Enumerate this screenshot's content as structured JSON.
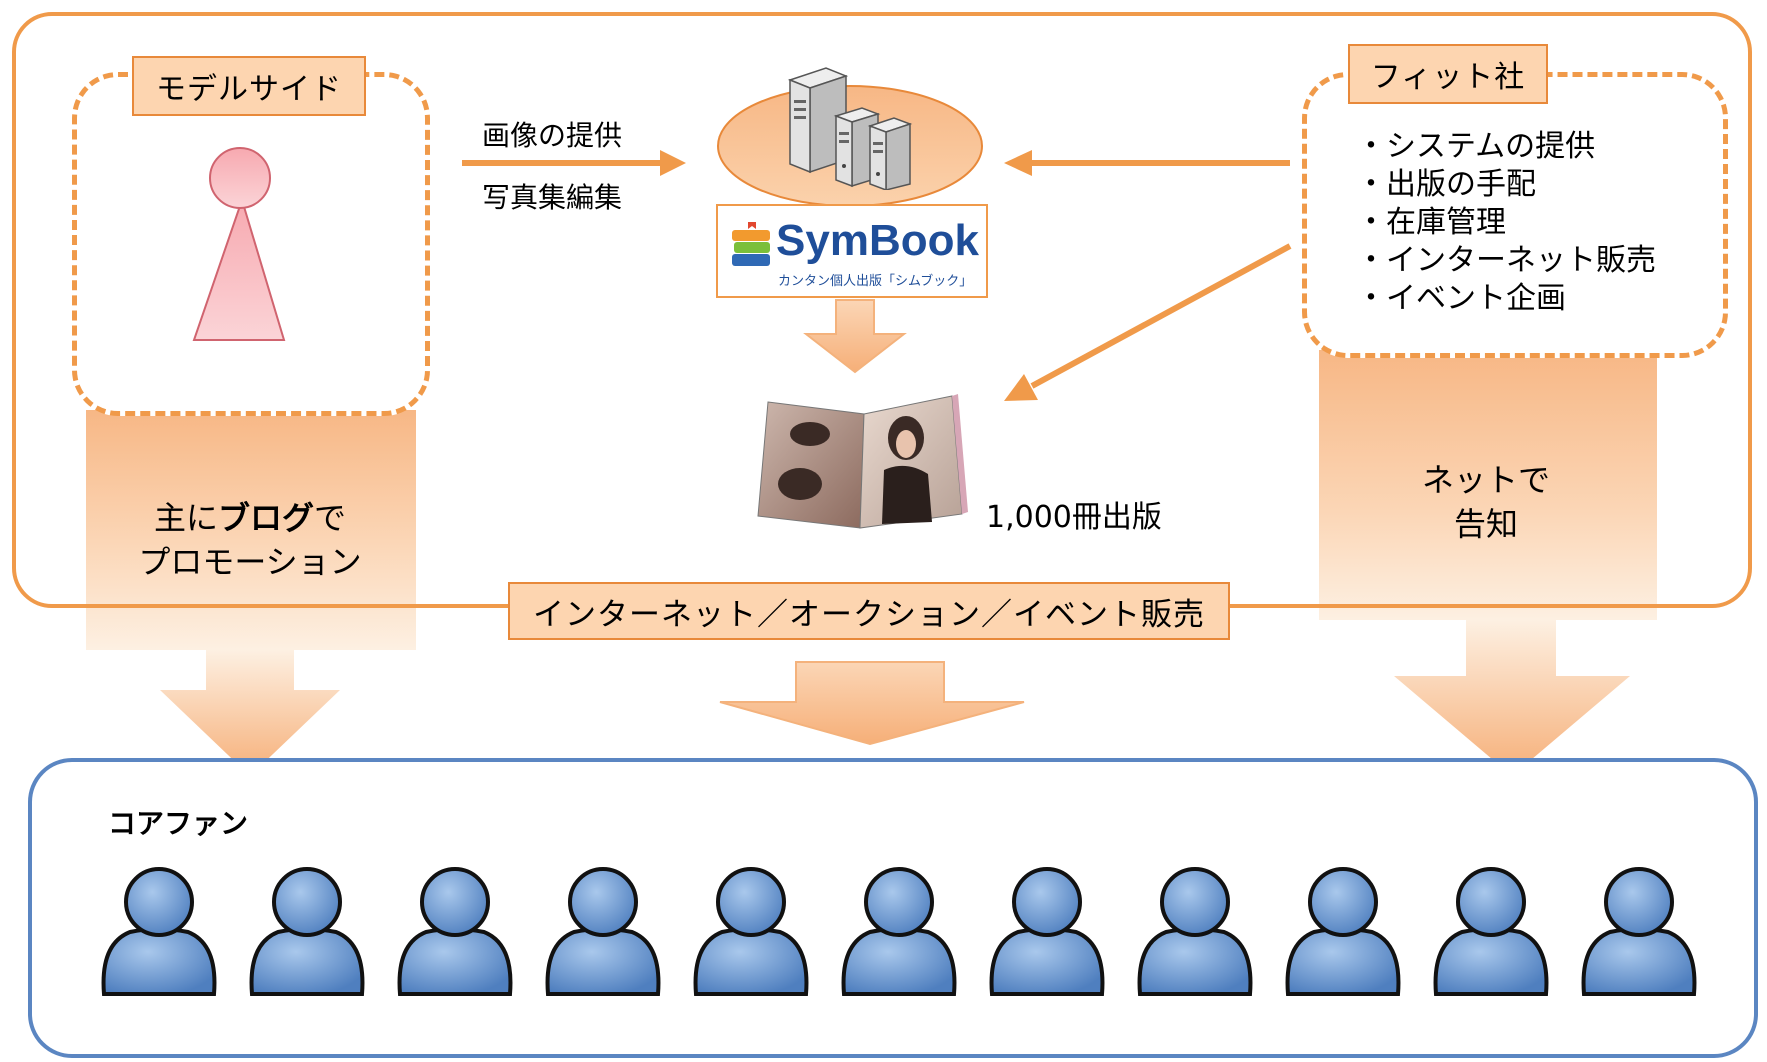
{
  "model_side": {
    "label": "モデルサイド",
    "promo_line1_prefix": "主に",
    "promo_line1_bold": "ブログ",
    "promo_line1_suffix": "で",
    "promo_line2": "プロモーション"
  },
  "flow": {
    "provide_images": "画像の提供",
    "edit_photobook": "写真集編集"
  },
  "symbook": {
    "logo_text": "SymBook",
    "tagline": "カンタン個人出版「シムブック」"
  },
  "publication": {
    "count_label": "1,000冊出版"
  },
  "fit_company": {
    "label": "フィット社",
    "services": [
      "・システムの提供",
      "・出版の手配",
      "・在庫管理",
      "・インターネット販売",
      "・イベント企画"
    ],
    "announce_line1": "ネットで",
    "announce_line2": "告知"
  },
  "sales_channel": {
    "label": "インターネット／オークション／イベント販売"
  },
  "core_fans": {
    "label": "コアファン",
    "count": 11
  },
  "colors": {
    "orange_border": "#F09A4A",
    "orange_fill": "#F7B785",
    "tag_fill": "#FDD5B0",
    "fan_border": "#5B86C2",
    "fan_body": "#7FA8D8",
    "model_figure": "#F9B6BC"
  }
}
